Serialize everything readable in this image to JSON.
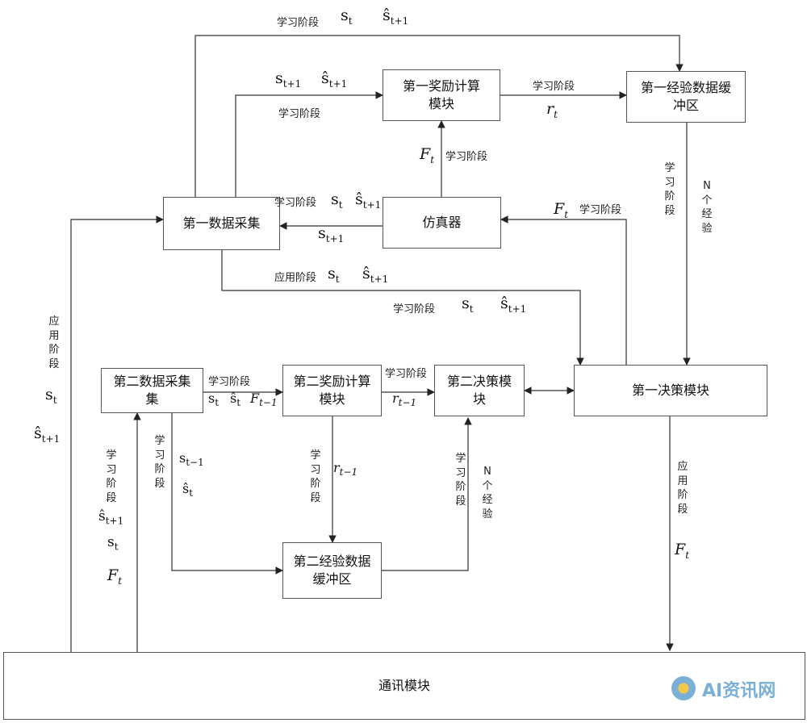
{
  "boxes": {
    "first_data_collect": "第一数据采集",
    "first_reward": "第一奖励计算模块",
    "first_buffer": "第一经验数据缓冲区",
    "simulator": "仿真器",
    "first_decision": "第一决策模块",
    "second_data_collect": "第二数据采集集",
    "second_reward": "第二奖励计算模块",
    "second_decision": "第二决策模块",
    "second_buffer": "第二经验数据缓冲区",
    "comm": "通讯模块"
  },
  "labels": {
    "learning": "学习阶段",
    "applying": "应用阶段",
    "n_exp": "N个经验",
    "s": "s",
    "s_hat": "ŝ",
    "F": "F",
    "r": "r",
    "t": "t",
    "t_plus_1": "t+1",
    "t_minus_1": "t−1"
  },
  "watermark": "AI资讯网"
}
